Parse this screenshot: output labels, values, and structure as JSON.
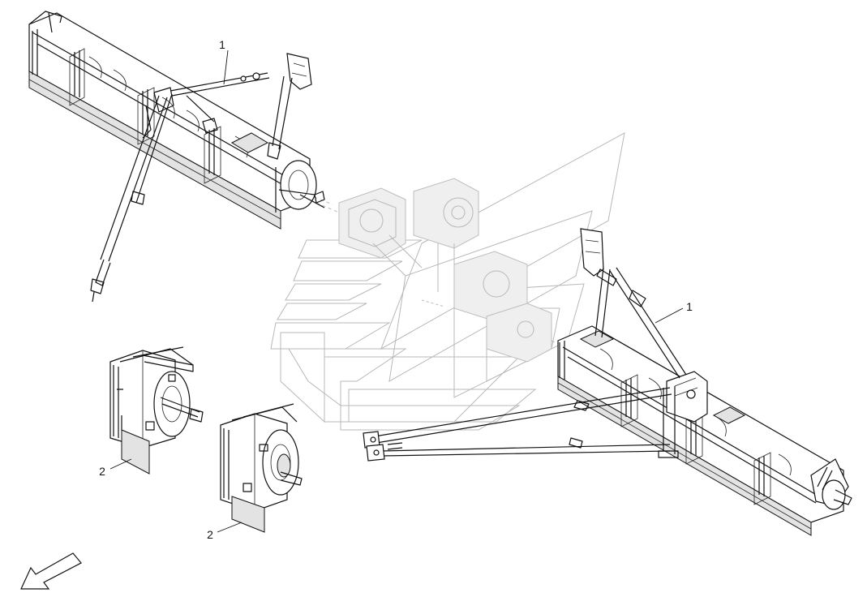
{
  "callouts": [
    {
      "id": "left-auger-assembly",
      "label": "1"
    },
    {
      "id": "right-auger-assembly",
      "label": "1"
    },
    {
      "id": "drive-end-upper",
      "label": "2"
    },
    {
      "id": "drive-end-lower",
      "label": "2"
    }
  ],
  "icons": {
    "orientation": "direction-arrow-icon",
    "watermark": "chevron-watermark-icon"
  },
  "colors": {
    "line": "#111111",
    "ghost": "#b8b8b8",
    "shade": "#e3e3e3"
  }
}
